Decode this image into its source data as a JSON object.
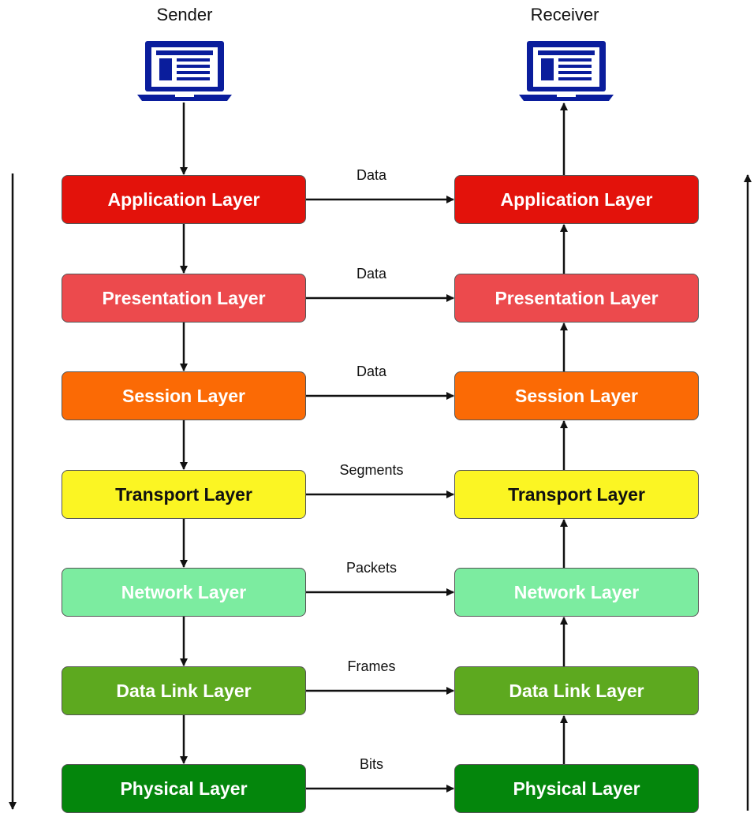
{
  "sender": {
    "title": "Sender"
  },
  "receiver": {
    "title": "Receiver"
  },
  "icons": {
    "computer": "laptop-icon"
  },
  "layers": [
    {
      "name": "Application Layer",
      "pdu": "Data",
      "color": "#e3120b",
      "text_color": "#ffffff"
    },
    {
      "name": "Presentation Layer",
      "pdu": "Data",
      "color": "#ec4a4d",
      "text_color": "#ffffff"
    },
    {
      "name": "Session Layer",
      "pdu": "Data",
      "color": "#fb6a05",
      "text_color": "#ffffff"
    },
    {
      "name": "Transport Layer",
      "pdu": "Segments",
      "color": "#fbf523",
      "text_color": "#111111"
    },
    {
      "name": "Network Layer",
      "pdu": "Packets",
      "color": "#7ceca0",
      "text_color": "#ffffff"
    },
    {
      "name": "Data Link Layer",
      "pdu": "Frames",
      "color": "#5da91f",
      "text_color": "#ffffff"
    },
    {
      "name": "Physical Layer",
      "pdu": "Bits",
      "color": "#04860c",
      "text_color": "#ffffff"
    }
  ],
  "colors": {
    "laptop": "#0a1d9c",
    "arrow": "#111111"
  }
}
